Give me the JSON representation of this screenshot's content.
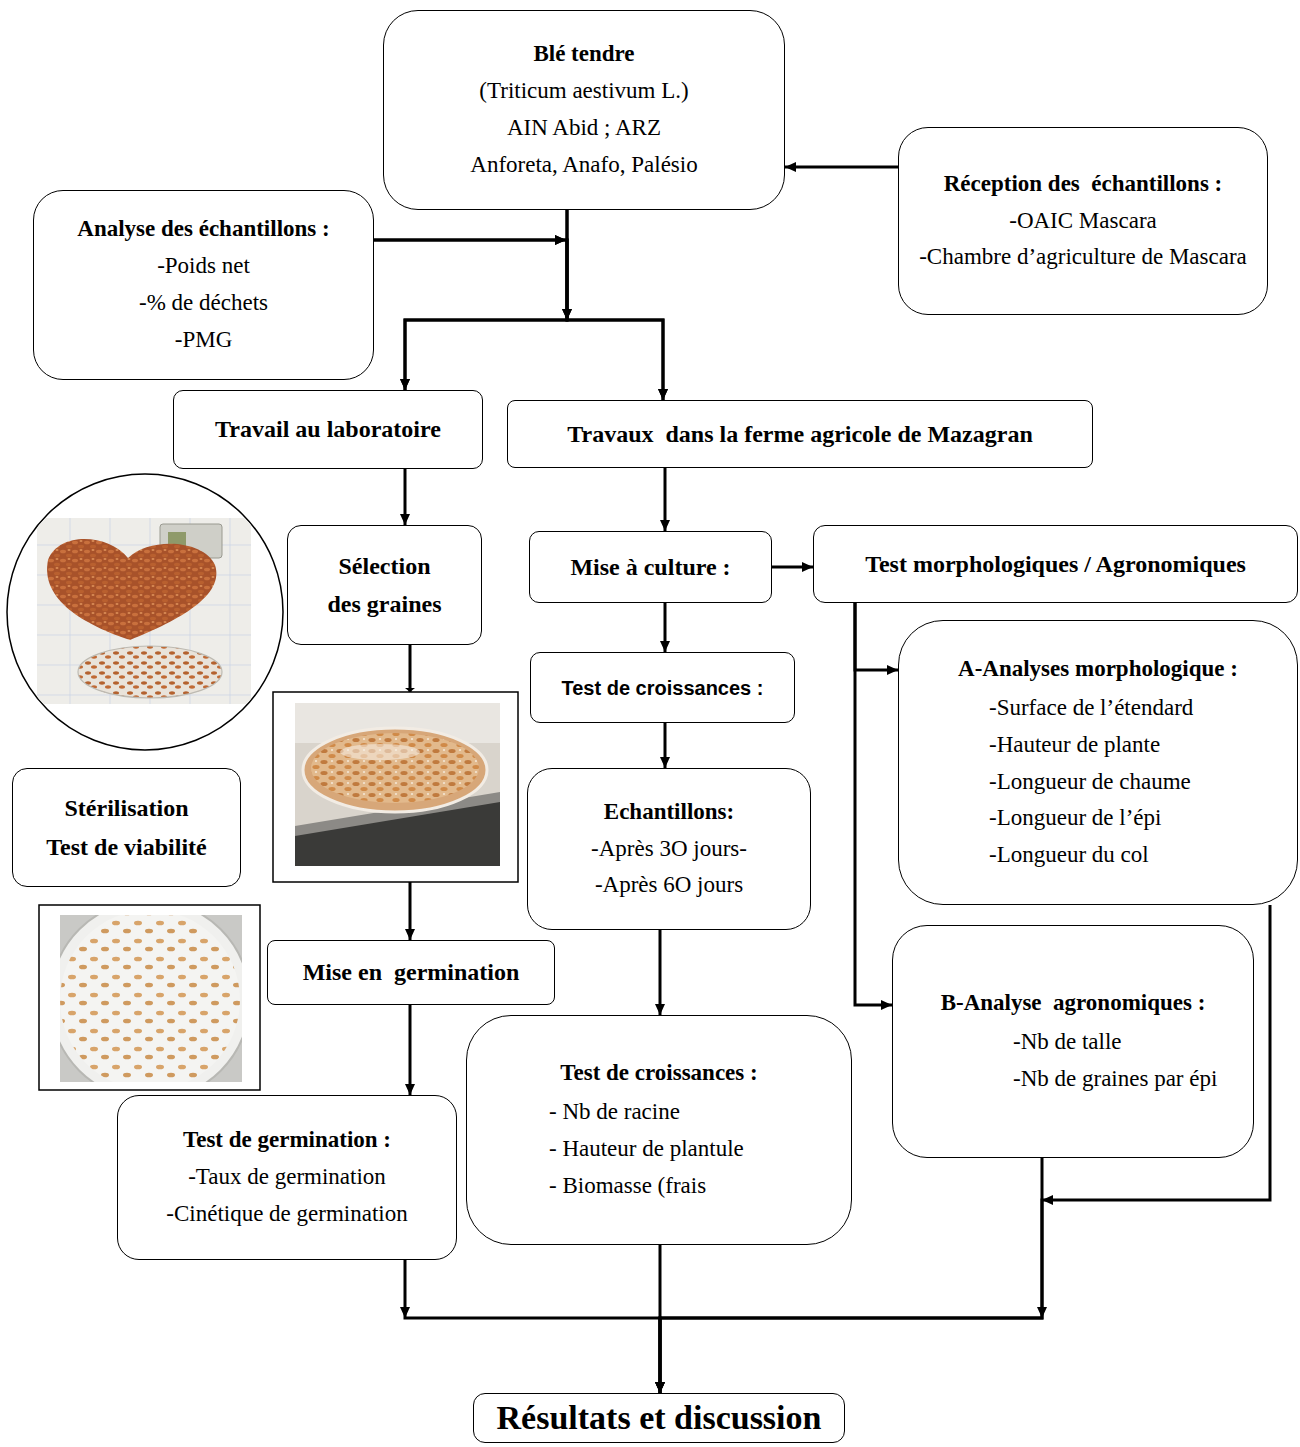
{
  "diagram": {
    "nodes": [
      {
        "text": [
          "Blé tendre",
          "(Triticum aestivum L.)",
          "AIN Abid ; ARZ",
          "Anforeta, Anafo, Palésio"
        ]
      },
      {
        "text": [
          "Réception des  échantillons :",
          "-OAIC Mascara",
          "-Chambre d’agriculture de Mascara"
        ]
      },
      {
        "text": [
          "Analyse des échantillons :",
          "-Poids net",
          "-% de déchets",
          "-PMG"
        ]
      },
      {
        "text": [
          "Travail au laboratoire"
        ]
      },
      {
        "text": [
          "Travaux  dans la ferme agricole de Mazagran"
        ]
      },
      {
        "text": [
          "Sélection des graines"
        ]
      },
      {
        "text": [
          "Mise à culture :"
        ]
      },
      {
        "text": [
          "Test morphologiques / Agronomiques"
        ]
      },
      {
        "text": [
          "Test de croissances :"
        ]
      },
      {
        "text": [
          "A-Analyses morphologique :",
          "-Surface de l’étendard",
          "-Hauteur de plante",
          "-Longueur de chaume",
          "-Longueur de l’épi",
          "-Longueur du col"
        ]
      },
      {
        "text": [
          "Stérilisation",
          "Test de viabilité"
        ]
      },
      {
        "text": [
          "Echantillons:",
          "-Après 3O jours-",
          "-Après 6O jours"
        ]
      },
      {
        "text": [
          "Mise en  germination"
        ]
      },
      {
        "text": [
          "B-Analyse  agronomiques :",
          "-Nb de talle",
          "-Nb de graines par épi"
        ]
      },
      {
        "text": [
          "Test de germination :",
          "-Taux de germination",
          "-Cinétique de germination"
        ]
      },
      {
        "text": [
          "Test de croissances :",
          "- Nb de racine",
          "- Hauteur de plantule",
          "- Biomasse (frais"
        ]
      },
      {
        "text": [
          "Résultats et discussion"
        ]
      }
    ],
    "edges": [
      {
        "from": 1,
        "to": 0,
        "arrow": "to"
      },
      {
        "from": 0,
        "to": 3,
        "arrow": "to"
      },
      {
        "from": 0,
        "to": 4,
        "arrow": "to"
      },
      {
        "from": 2,
        "to": 3,
        "arrow": "to"
      },
      {
        "from": 2,
        "to": 4,
        "arrow": "to"
      },
      {
        "from": 3,
        "to": 5,
        "arrow": "to"
      },
      {
        "from": 5,
        "to": 12,
        "arrow": "to"
      },
      {
        "from": 12,
        "to": 14,
        "arrow": "to"
      },
      {
        "from": 4,
        "to": 6,
        "arrow": "to"
      },
      {
        "from": 6,
        "to": 7,
        "arrow": "to"
      },
      {
        "from": 6,
        "to": 8,
        "arrow": "to"
      },
      {
        "from": 8,
        "to": 11,
        "arrow": "to"
      },
      {
        "from": 11,
        "to": 15,
        "arrow": "to"
      },
      {
        "from": 7,
        "to": 9,
        "arrow": "to"
      },
      {
        "from": 7,
        "to": 13,
        "arrow": "to"
      },
      {
        "from": 9,
        "to": 16,
        "arrow": "to"
      },
      {
        "from": 13,
        "to": 16,
        "arrow": "to"
      },
      {
        "from": 14,
        "to": 16,
        "arrow": "to"
      },
      {
        "from": 15,
        "to": 16,
        "arrow": "to"
      }
    ]
  }
}
